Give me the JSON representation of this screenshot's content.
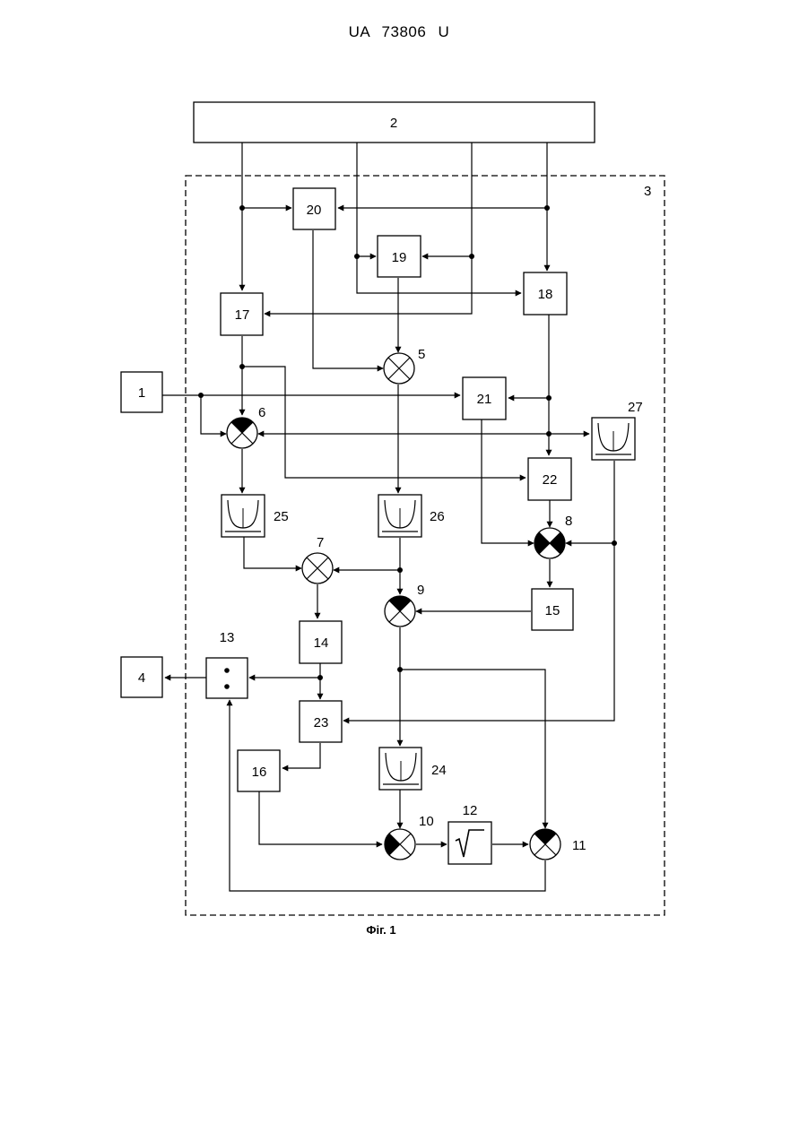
{
  "header": {
    "patent": "UA 73806 U"
  },
  "caption": "Фіг. 1",
  "blocks": {
    "b1": "1",
    "b2": "2",
    "b4": "4",
    "b12": "12",
    "b14": "14",
    "b15": "15",
    "b16": "16",
    "b17": "17",
    "b18": "18",
    "b19": "19",
    "b20": "20",
    "b21": "21",
    "b22": "22",
    "b23": "23"
  },
  "filters": {
    "f24": "24",
    "f25": "25",
    "f26": "26",
    "f27": "27"
  },
  "multipliers": {
    "m5": "5",
    "m6": "6",
    "m7": "7",
    "m8": "8",
    "m9": "9",
    "m10": "10",
    "m11": "11"
  },
  "misc": {
    "divider": "13",
    "enclosure": "3"
  }
}
